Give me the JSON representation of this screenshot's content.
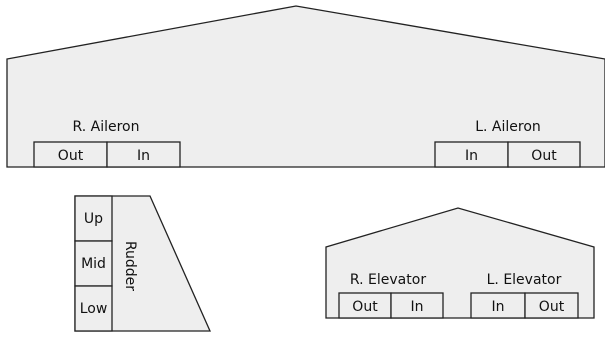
{
  "wing": {
    "right_aileron": {
      "title": "R. Aileron",
      "segments": [
        "Out",
        "In"
      ]
    },
    "left_aileron": {
      "title": "L. Aileron",
      "segments": [
        "In",
        "Out"
      ]
    }
  },
  "rudder": {
    "title": "Rudder",
    "segments": [
      "Up",
      "Mid",
      "Low"
    ]
  },
  "stabilizer": {
    "right_elevator": {
      "title": "R. Elevator",
      "segments": [
        "Out",
        "In"
      ]
    },
    "left_elevator": {
      "title": "L. Elevator",
      "segments": [
        "In",
        "Out"
      ]
    }
  }
}
